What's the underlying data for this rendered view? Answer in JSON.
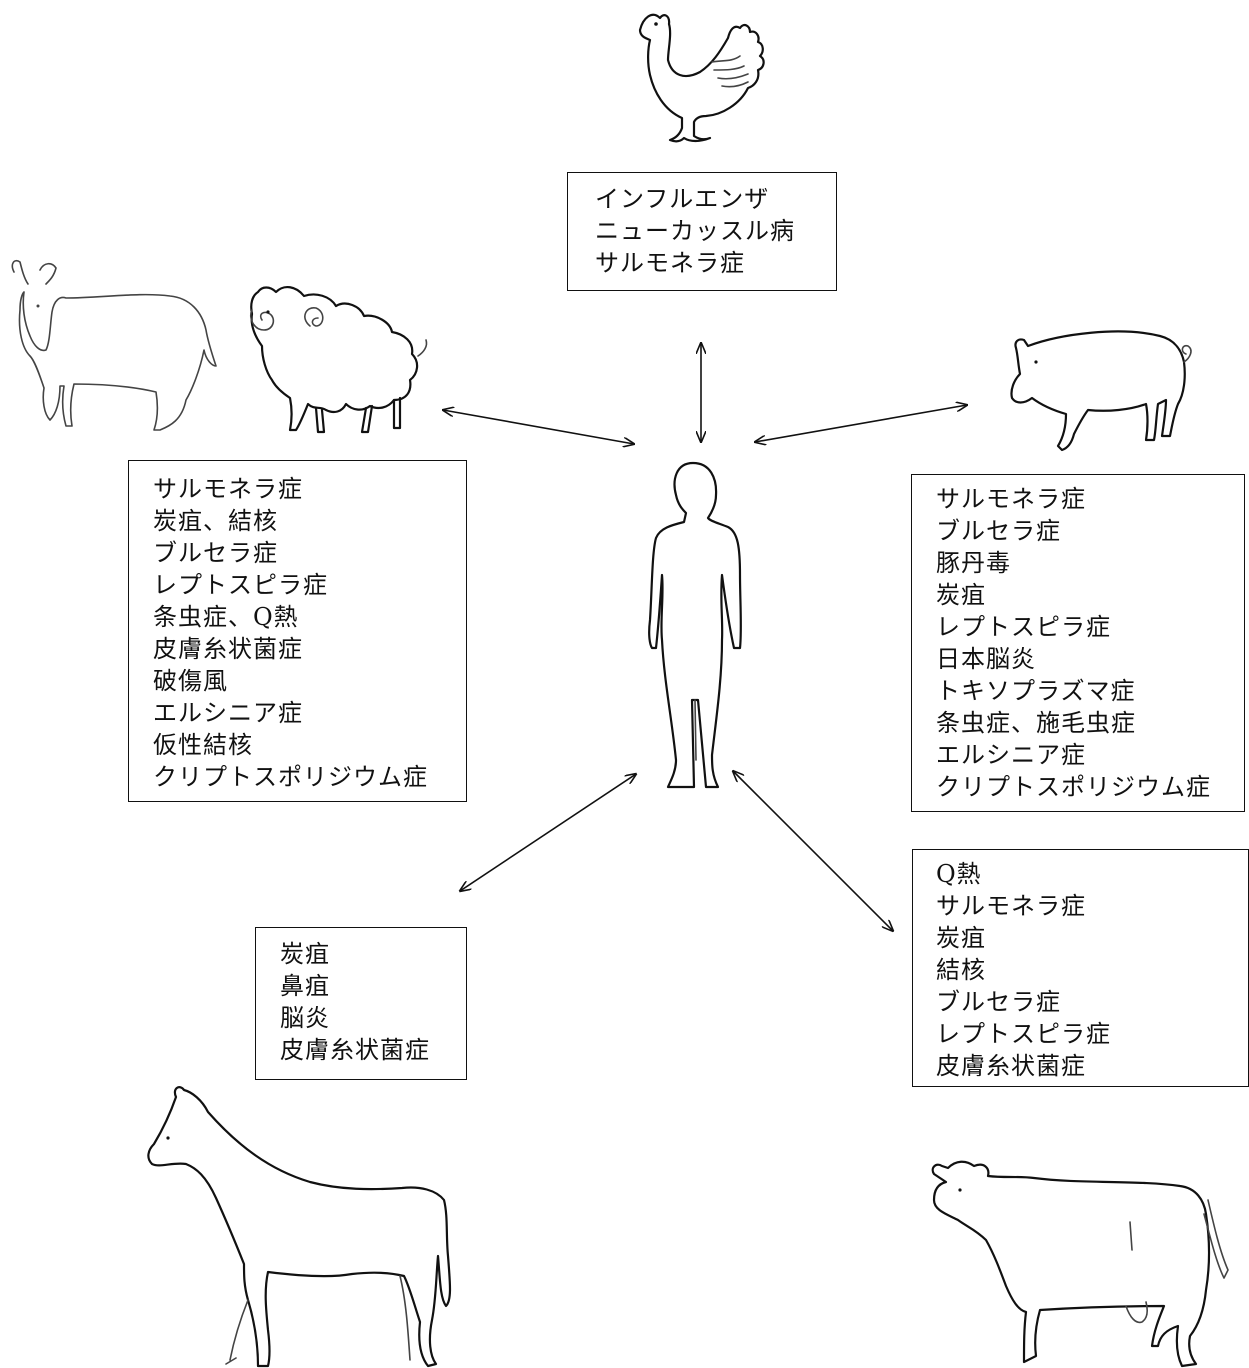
{
  "diagram": {
    "nodes": {
      "poultry": {
        "icon": "chicken-icon",
        "diseases": [
          "インフルエンザ",
          "ニューカッスル病",
          "サルモネラ症"
        ]
      },
      "goat_sheep": {
        "icons": [
          "goat-icon",
          "sheep-icon"
        ],
        "diseases": [
          "サルモネラ症",
          "炭疽、結核",
          "ブルセラ症",
          "レプトスピラ症",
          "条虫症、Q熱",
          "皮膚糸状菌症",
          "破傷風",
          "エルシニア症",
          "仮性結核",
          "クリプトスポリジウム症"
        ]
      },
      "pig": {
        "icon": "pig-icon",
        "diseases": [
          "サルモネラ症",
          "ブルセラ症",
          "豚丹毒",
          "炭疽",
          "レプトスピラ症",
          "日本脳炎",
          "トキソプラズマ症",
          "条虫症、施毛虫症",
          "エルシニア症",
          "クリプトスポリジウム症"
        ]
      },
      "horse": {
        "icon": "horse-icon",
        "diseases": [
          "炭疽",
          "鼻疽",
          "脳炎",
          "皮膚糸状菌症"
        ]
      },
      "cattle": {
        "icon": "cow-icon",
        "diseases": [
          "Q熱",
          "サルモネラ症",
          "炭疽",
          "結核",
          "ブルセラ症",
          "レプトスピラ症",
          "皮膚糸状菌症"
        ]
      },
      "human": {
        "icon": "human-figure-icon"
      }
    },
    "connections": [
      "poultry",
      "goat_sheep",
      "pig",
      "horse",
      "cattle"
    ]
  }
}
